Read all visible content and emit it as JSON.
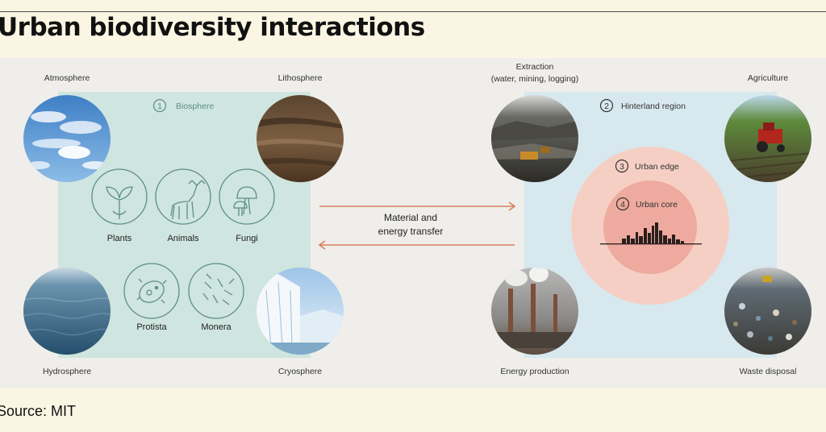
{
  "title": "Urban biodiversity interactions",
  "source": "Source: MIT",
  "biosphere": {
    "number": "1",
    "label": "Biosphere",
    "spheres": {
      "atmosphere": "Atmosphere",
      "lithosphere": "Lithosphere",
      "hydrosphere": "Hydrosphere",
      "cryosphere": "Cryosphere"
    },
    "kingdoms": {
      "plants": "Plants",
      "animals": "Animals",
      "fungi": "Fungi",
      "protista": "Protista",
      "monera": "Monera"
    }
  },
  "transfer": {
    "line1": "Material and",
    "line2": "energy transfer"
  },
  "hinterland": {
    "number": "2",
    "label": "Hinterland  region",
    "extraction_line1": "Extraction",
    "extraction_line2": "(water, mining, logging)",
    "agriculture": "Agriculture",
    "energy": "Energy production",
    "waste": "Waste disposal"
  },
  "urban_edge": {
    "number": "3",
    "label": "Urban edge"
  },
  "urban_core": {
    "number": "4",
    "label": "Urban core"
  },
  "colors": {
    "biosphere_bg": "#cfe5df",
    "hinterland_bg": "#d7e8ef",
    "arrow": "#d9805f",
    "urban_edge": "#f6cfc4",
    "urban_core": "#eeaa9e",
    "teal_icon": "#5e8e88"
  }
}
